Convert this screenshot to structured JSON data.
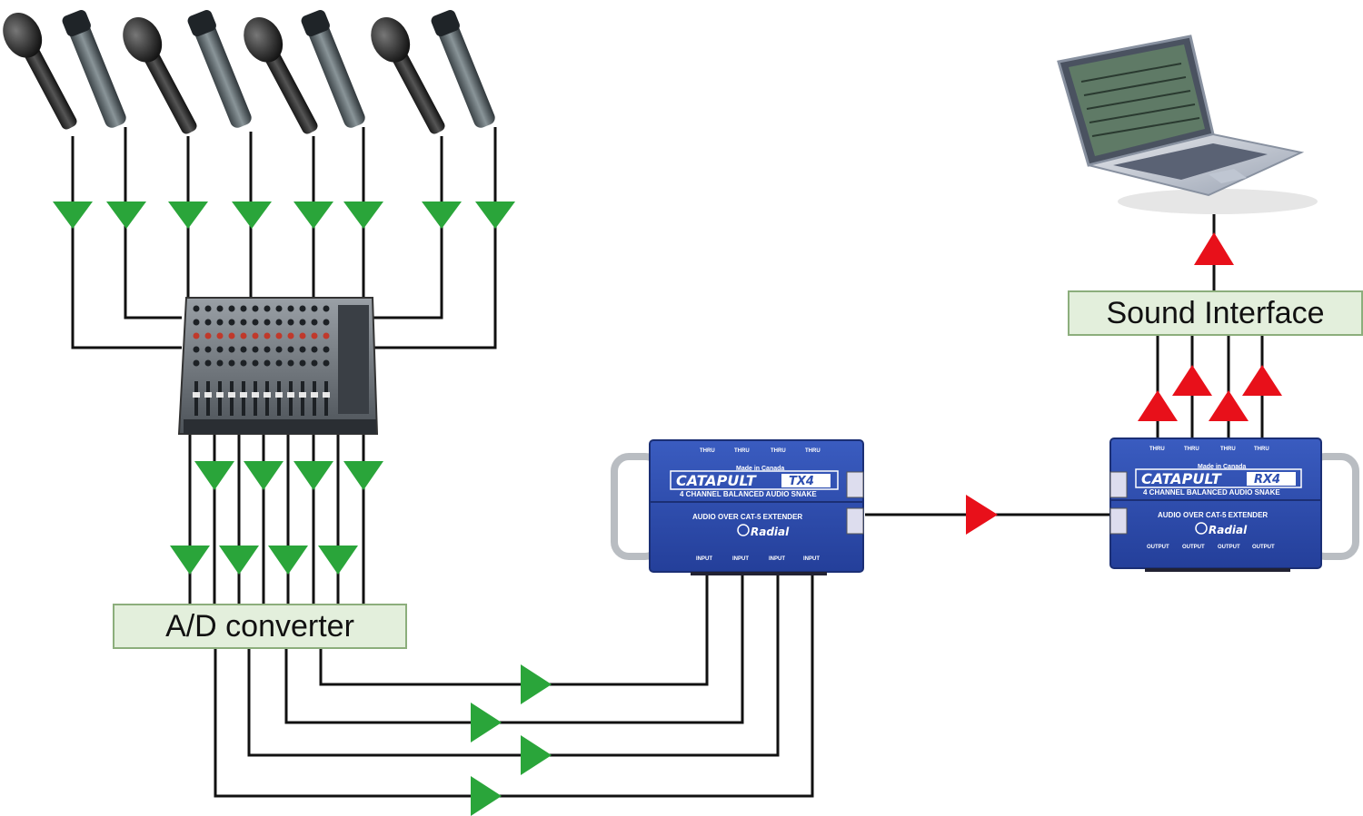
{
  "labels": {
    "ad_converter": "A/D converter",
    "sound_interface": "Sound Interface"
  },
  "colors": {
    "arrow_green": "#2aa53a",
    "arrow_red": "#e8101a",
    "wire": "#111111",
    "label_fill": "#e3efdc",
    "label_border": "#8cae7c",
    "device_blue": "#2e4fb0"
  },
  "devices": {
    "tx": {
      "brand": "CATAPULT",
      "model": "TX4",
      "subtitle": "4 CHANNEL BALANCED AUDIO SNAKE",
      "extender": "AUDIO OVER CAT-5 EXTENDER",
      "maker": "Radial",
      "made_in": "Made in Canada",
      "top_ports": [
        "THRU",
        "THRU",
        "THRU",
        "THRU"
      ],
      "bottom_ports": [
        "INPUT",
        "INPUT",
        "INPUT",
        "INPUT"
      ]
    },
    "rx": {
      "brand": "CATAPULT",
      "model": "RX4",
      "subtitle": "4 CHANNEL BALANCED AUDIO SNAKE",
      "extender": "AUDIO OVER CAT-5 EXTENDER",
      "maker": "Radial",
      "made_in": "Made in Canada",
      "top_ports": [
        "THRU",
        "THRU",
        "THRU",
        "THRU"
      ],
      "bottom_ports": [
        "OUTPUT",
        "OUTPUT",
        "OUTPUT",
        "OUTPUT"
      ]
    }
  },
  "icons": [
    "microphone-icon",
    "mixer-console-icon",
    "laptop-icon"
  ]
}
